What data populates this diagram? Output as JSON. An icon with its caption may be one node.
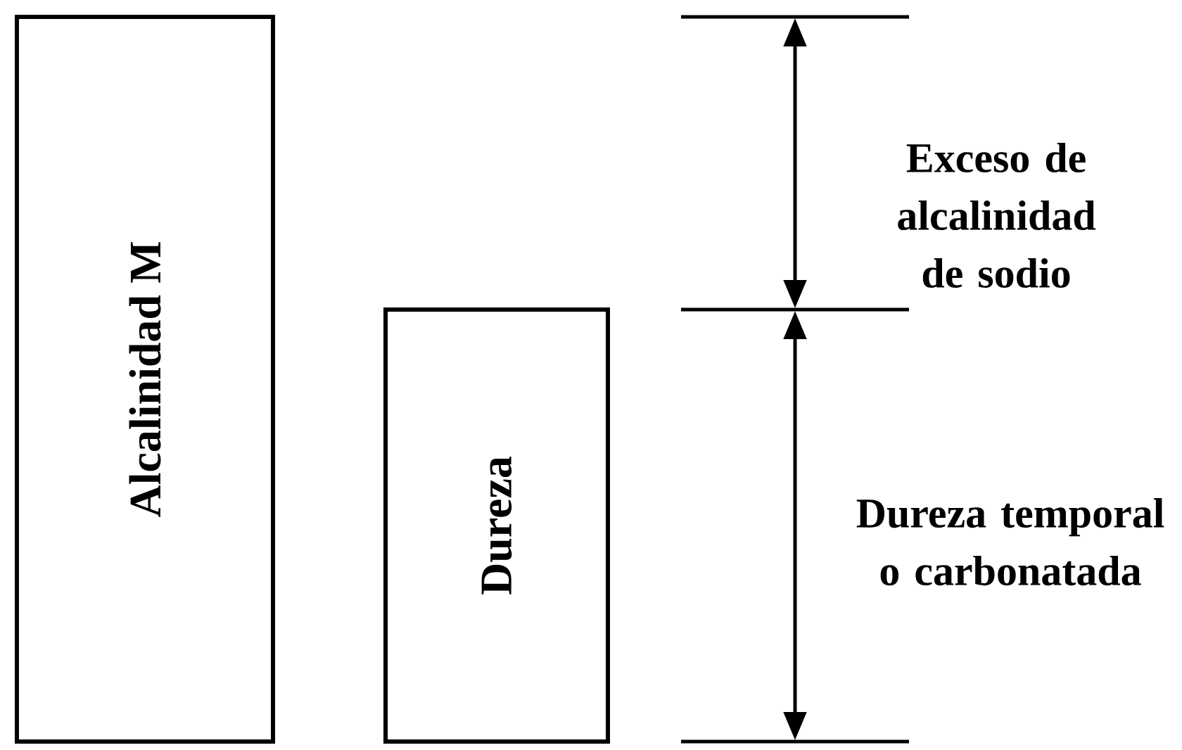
{
  "diagram": {
    "nodes": [
      {
        "text": [
          "Alcalinidad M"
        ]
      },
      {
        "text": [
          "Dureza"
        ]
      }
    ],
    "labels": [
      "Exceso de alcalinidad de sodio",
      "Dureza temporal o carbonatada"
    ]
  }
}
